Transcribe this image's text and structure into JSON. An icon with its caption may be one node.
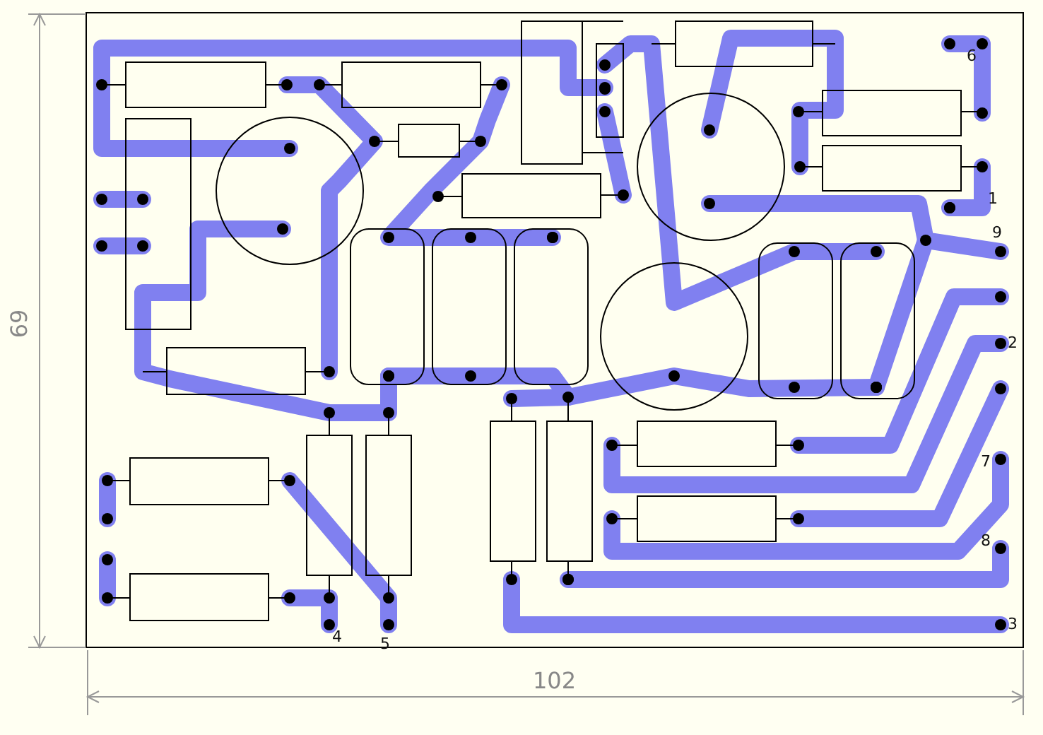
{
  "diagram": {
    "labels": [
      "6",
      "1",
      "9",
      "2",
      "7",
      "8",
      "3",
      "4",
      "5",
      "69",
      "102"
    ]
  }
}
